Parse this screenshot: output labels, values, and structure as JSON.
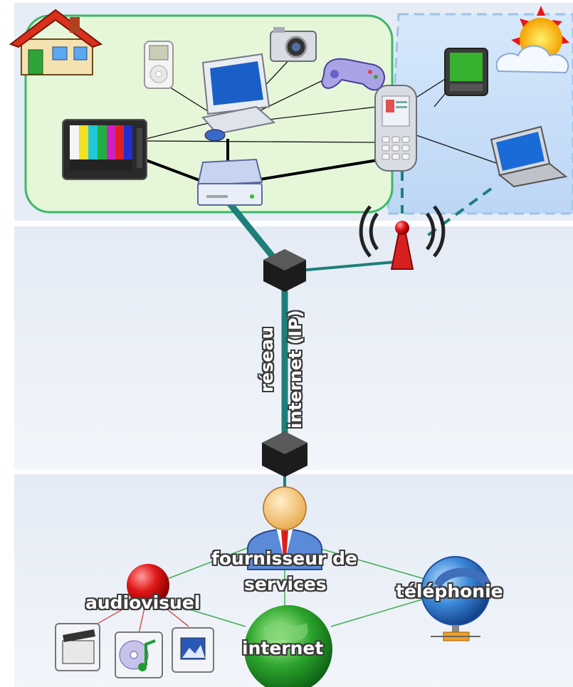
{
  "labels": {
    "network_line1": "réseau",
    "network_line2": "internet (IP)",
    "provider_line1": "fournisseur de",
    "provider_line2": "services",
    "audiovisual": "audiovisuel",
    "telephony": "téléphonie",
    "internet": "internet"
  },
  "colors": {
    "home_zone": "#e6f7d9",
    "home_border": "#3cb86a",
    "sky_zone": "#cfe4fb",
    "band": "#e9eef6",
    "trunk": "#1e7f7a",
    "thin_line": "#111111",
    "service_line": "#3fae4f"
  },
  "icons": [
    "house-icon",
    "ipod-icon",
    "camera-icon",
    "computer-icon",
    "gamepad-icon",
    "tv-icon",
    "modem-icon",
    "mobile-phone-icon",
    "pda-icon",
    "laptop-icon",
    "sun-cloud-icon",
    "antenna-icon",
    "router-icon",
    "user-icon",
    "red-sphere-icon",
    "globe-icon",
    "telephone-globe-icon",
    "film-clapper-icon",
    "music-cd-icon",
    "photo-icon"
  ]
}
